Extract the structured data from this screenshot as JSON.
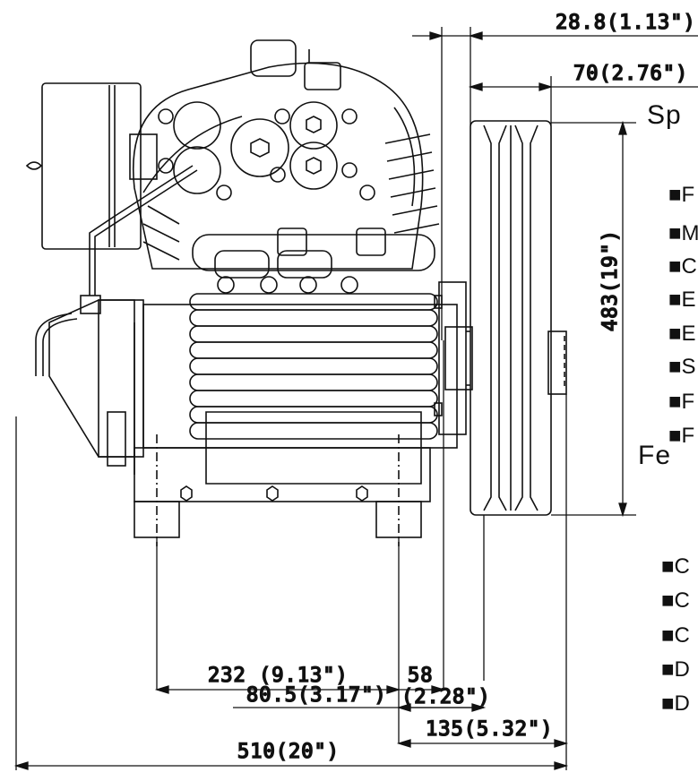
{
  "dimensions": {
    "shaft_extension": "28.8(1.13\")",
    "pulley_offset": "70(2.76\")",
    "height": "483(19\")",
    "foot_to_center": "232 (9.13\")",
    "center_to_pulley": "58",
    "center_to_pulley_in": "(2.28\")",
    "half_width": "80.5(3.17\")",
    "pulley_span": "135(5.32\")",
    "overall_width": "510(20\")"
  },
  "headings": {
    "spec": "Sp",
    "feature": "Fe"
  },
  "spec_bullets": [
    "■F",
    "■M",
    "■C",
    "■E",
    "■E",
    "■S",
    "■F",
    "■F"
  ],
  "feature_bullets": [
    "■C",
    "■C",
    "■C",
    "■D",
    "■D"
  ]
}
